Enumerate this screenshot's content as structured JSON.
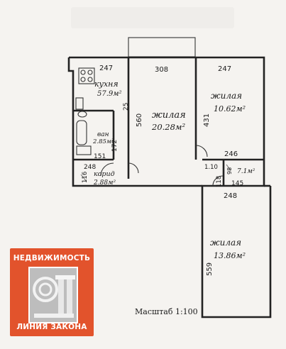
{
  "rooms": {
    "kitchen": {
      "name": "кухня",
      "area": "57.9м²"
    },
    "living_main": {
      "name": "жилая",
      "area": "20.28м²"
    },
    "living_right": {
      "name": "жилая",
      "area": "10.62м²"
    },
    "bathroom": {
      "name": "ван",
      "area": "2.85м²"
    },
    "corridor": {
      "name": "корид",
      "area": "2.88м²"
    },
    "toilet": {
      "area": "7.1м²"
    },
    "living_bottom": {
      "name": "жилая",
      "area": "13.86м²"
    }
  },
  "dimensions": {
    "d247_kitchen": "247",
    "d308": "308",
    "d247_right": "247",
    "d25": "25",
    "d560": "560",
    "d431": "431",
    "d172": "172",
    "d151": "151",
    "d248_corr": "248",
    "d116": "116",
    "d246": "246",
    "d110": "1.10",
    "d118": "118",
    "d145": "145",
    "d98": "98",
    "d248_bottom": "248",
    "d559": "559"
  },
  "scale": "Масштаб 1:100",
  "logo": {
    "top": "НЕДВИЖИМОСТЬ",
    "bottom": "ЛИНИЯ ЗАКОНА"
  }
}
